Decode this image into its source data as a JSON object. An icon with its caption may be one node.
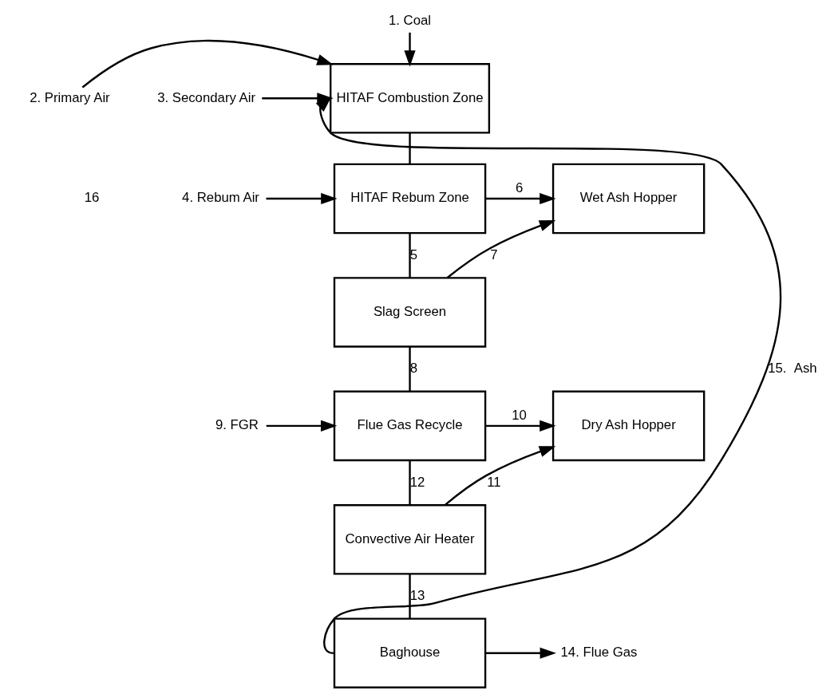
{
  "diagram": {
    "nodes": [
      {
        "text": [
          "HITAF Combustion Zone"
        ]
      },
      {
        "text": [
          "HITAF Rebum Zone"
        ]
      },
      {
        "text": [
          "Slag Screen"
        ]
      },
      {
        "text": [
          "Flue Gas Recycle"
        ]
      },
      {
        "text": [
          "Convective Air Heater"
        ]
      },
      {
        "text": [
          "Baghouse"
        ]
      },
      {
        "text": [
          "Wet Ash Hopper"
        ]
      },
      {
        "text": [
          "Dry Ash Hopper"
        ]
      },
      {
        "text": [
          "1. Coal"
        ]
      },
      {
        "text": [
          "2. Primary Air"
        ]
      },
      {
        "text": [
          "3. Secondary Air"
        ]
      },
      {
        "text": [
          "4. Rebum Air"
        ]
      },
      {
        "text": [
          "9. FGR"
        ]
      },
      {
        "text": [
          "14. Flue Gas"
        ]
      }
    ],
    "edges": [
      {
        "from": 8,
        "to": 0,
        "arrow": "to"
      },
      {
        "from": 9,
        "to": 0,
        "arrow": "to"
      },
      {
        "from": 10,
        "to": 0,
        "arrow": "to"
      },
      {
        "from": 0,
        "to": 1,
        "arrow": "none"
      },
      {
        "from": 11,
        "to": 1,
        "arrow": "to"
      },
      {
        "from": 1,
        "to": 2,
        "arrow": "none",
        "label": "5"
      },
      {
        "from": 1,
        "to": 6,
        "arrow": "to",
        "label": "6"
      },
      {
        "from": 2,
        "to": 6,
        "arrow": "to",
        "label": "7"
      },
      {
        "from": 2,
        "to": 3,
        "arrow": "none",
        "label": "8"
      },
      {
        "from": 12,
        "to": 3,
        "arrow": "to"
      },
      {
        "from": 3,
        "to": 7,
        "arrow": "to",
        "label": "10"
      },
      {
        "from": 3,
        "to": 4,
        "arrow": "none",
        "label": "12"
      },
      {
        "from": 4,
        "to": 7,
        "arrow": "to",
        "label": "11"
      },
      {
        "from": 4,
        "to": 5,
        "arrow": "none",
        "label": "13"
      },
      {
        "from": 5,
        "to": 13,
        "arrow": "to"
      },
      {
        "from": 5,
        "to": 0,
        "arrow": "to",
        "label": "15.  Ash"
      }
    ],
    "labels": [
      "16"
    ]
  }
}
